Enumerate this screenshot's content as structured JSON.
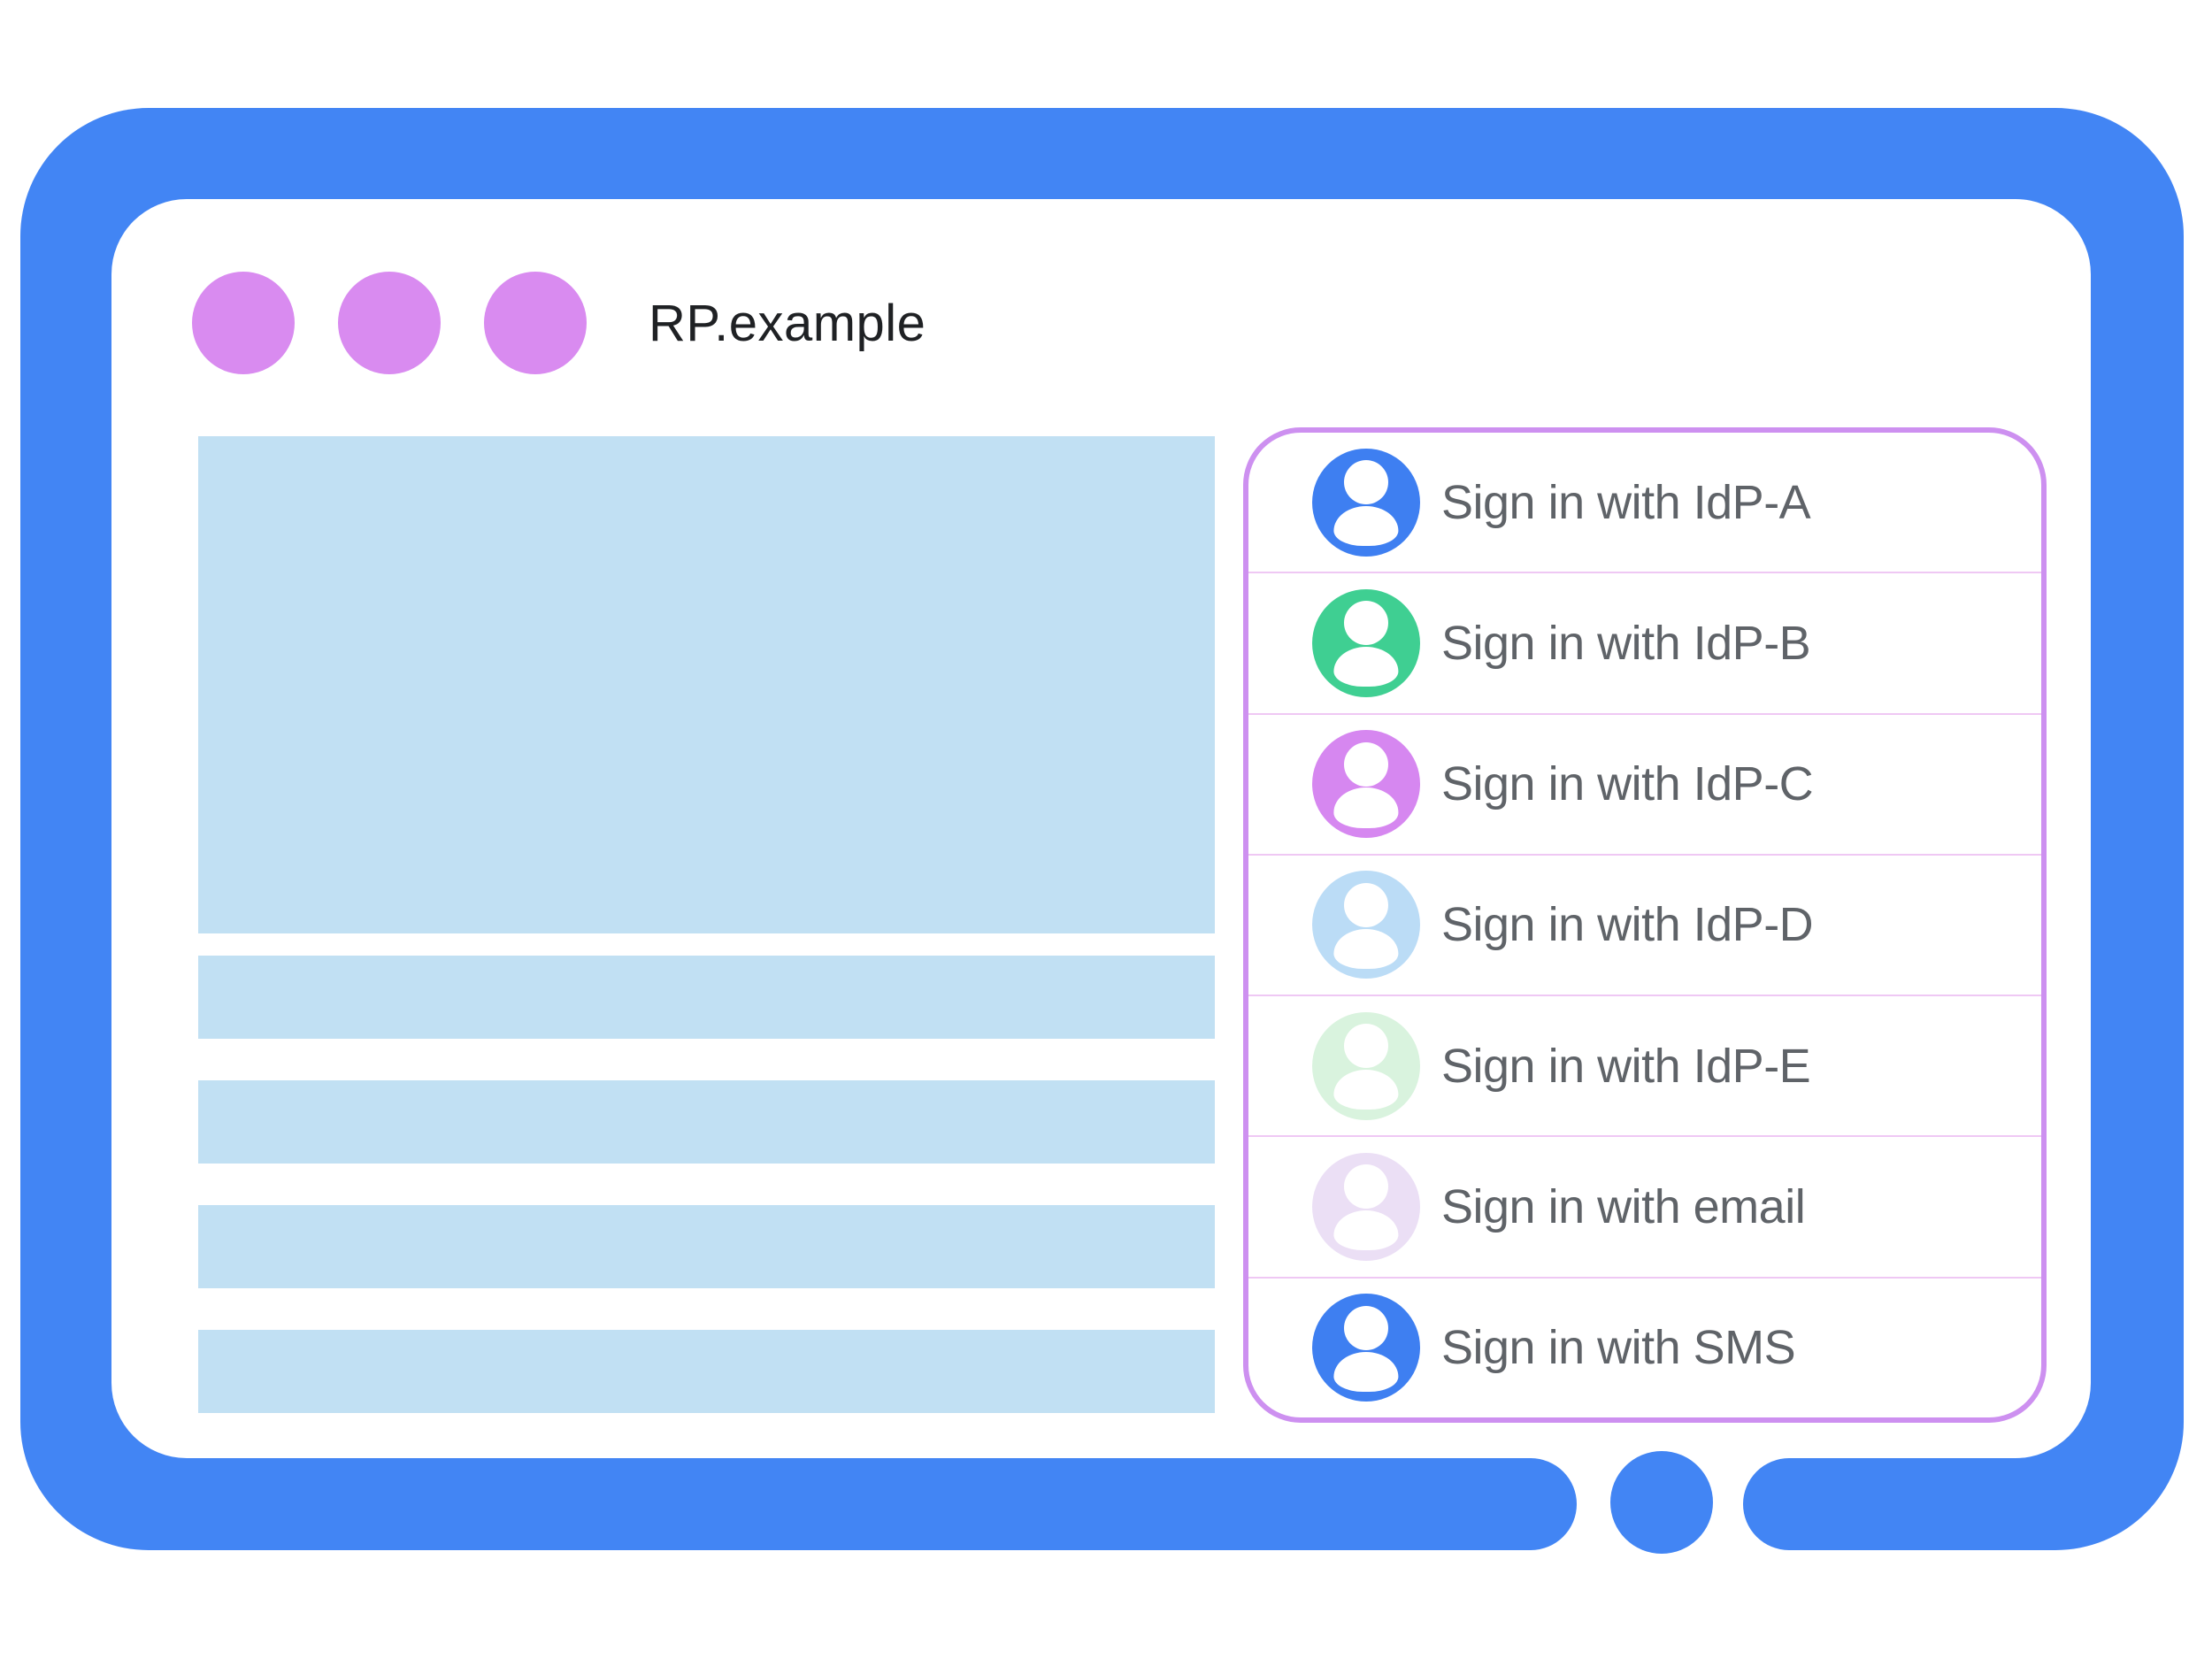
{
  "window": {
    "title": "RP.example"
  },
  "signin_panel": {
    "items": [
      {
        "label": "Sign in with IdP-A",
        "avatar_color": "#3e7ff1"
      },
      {
        "label": "Sign in with IdP-B",
        "avatar_color": "#3fcf92"
      },
      {
        "label": "Sign in with IdP-C",
        "avatar_color": "#d687f0"
      },
      {
        "label": "Sign in with IdP-D",
        "avatar_color": "#bbdcf6"
      },
      {
        "label": "Sign in with IdP-E",
        "avatar_color": "#d9f3de"
      },
      {
        "label": "Sign in with email",
        "avatar_color": "#ebdff5"
      },
      {
        "label": "Sign in with SMS",
        "avatar_color": "#3e7ff1"
      }
    ]
  },
  "colors": {
    "frame_blue": "#4285f4",
    "content_blue": "#c1e0f3",
    "dot_purple": "#d98bf0",
    "panel_border": "#cd90f0",
    "divider_pink": "#efc8f4",
    "text_gray": "#5f6368"
  }
}
